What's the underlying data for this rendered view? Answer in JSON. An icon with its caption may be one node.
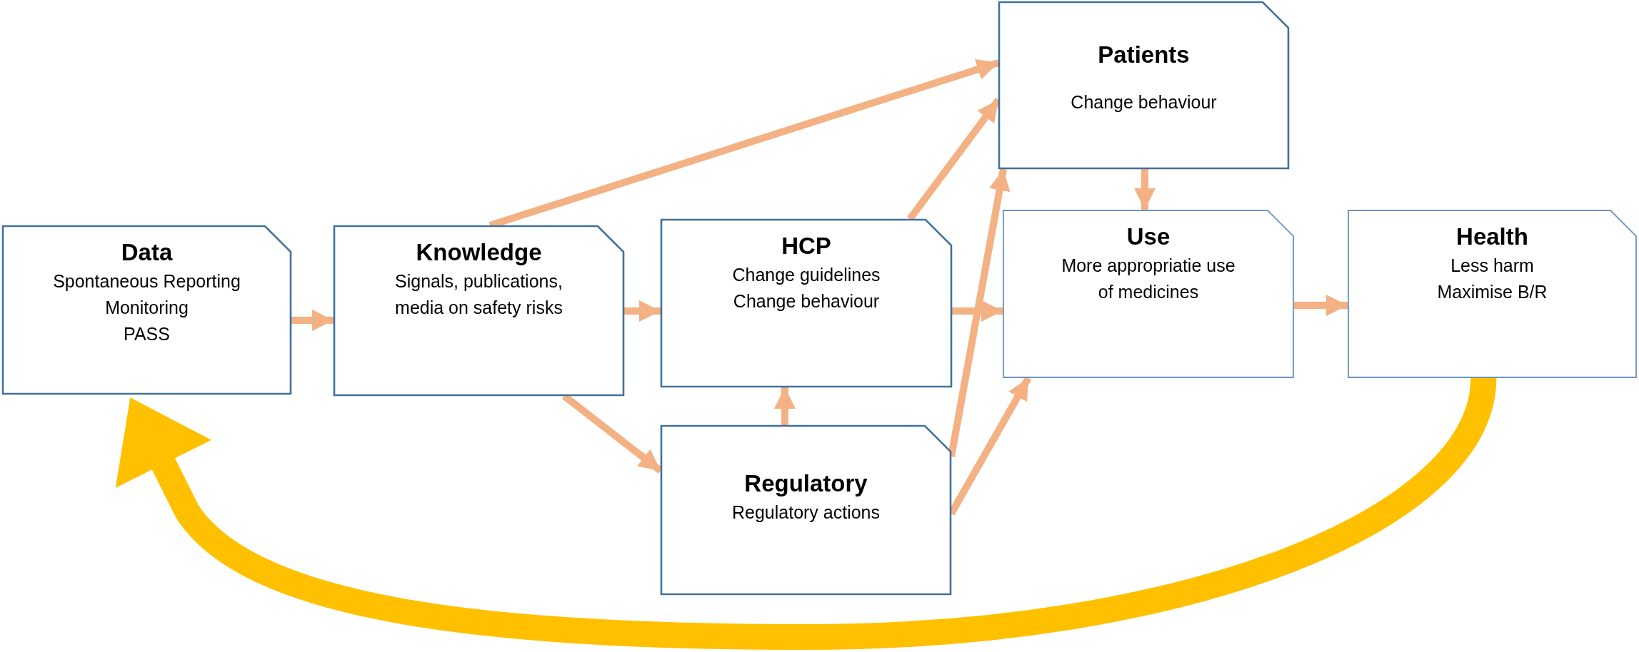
{
  "diagram": {
    "nodes": [
      {
        "text": [
          "Data",
          "Spontaneous Reporting",
          "Monitoring",
          "PASS"
        ]
      },
      {
        "text": [
          "Knowledge",
          "Signals, publications, media on safety risks"
        ]
      },
      {
        "text": [
          "HCP",
          "Change guidelines",
          "Change behaviour"
        ]
      },
      {
        "text": [
          "Regulatory",
          "Regulatory actions"
        ]
      },
      {
        "text": [
          "Patients",
          "Change behaviour"
        ]
      },
      {
        "text": [
          "Use",
          "More appropriatie use of medicines"
        ]
      },
      {
        "text": [
          "Health",
          "Less harm",
          "Maximise B/R"
        ]
      }
    ],
    "edges": [
      {
        "from": 0,
        "to": 1,
        "arrow": "to"
      },
      {
        "from": 1,
        "to": 4,
        "arrow": "to"
      },
      {
        "from": 1,
        "to": 2,
        "arrow": "to"
      },
      {
        "from": 1,
        "to": 3,
        "arrow": "to"
      },
      {
        "from": 2,
        "to": 4,
        "arrow": "to"
      },
      {
        "from": 2,
        "to": 5,
        "arrow": "to"
      },
      {
        "from": 3,
        "to": 2,
        "arrow": "to"
      },
      {
        "from": 3,
        "to": 4,
        "arrow": "to"
      },
      {
        "from": 3,
        "to": 5,
        "arrow": "to"
      },
      {
        "from": 4,
        "to": 5,
        "arrow": "to"
      },
      {
        "from": 5,
        "to": 6,
        "arrow": "to"
      },
      {
        "from": 6,
        "to": 0,
        "arrow": "to",
        "style": "thick",
        "color": "#ffc000"
      }
    ]
  }
}
